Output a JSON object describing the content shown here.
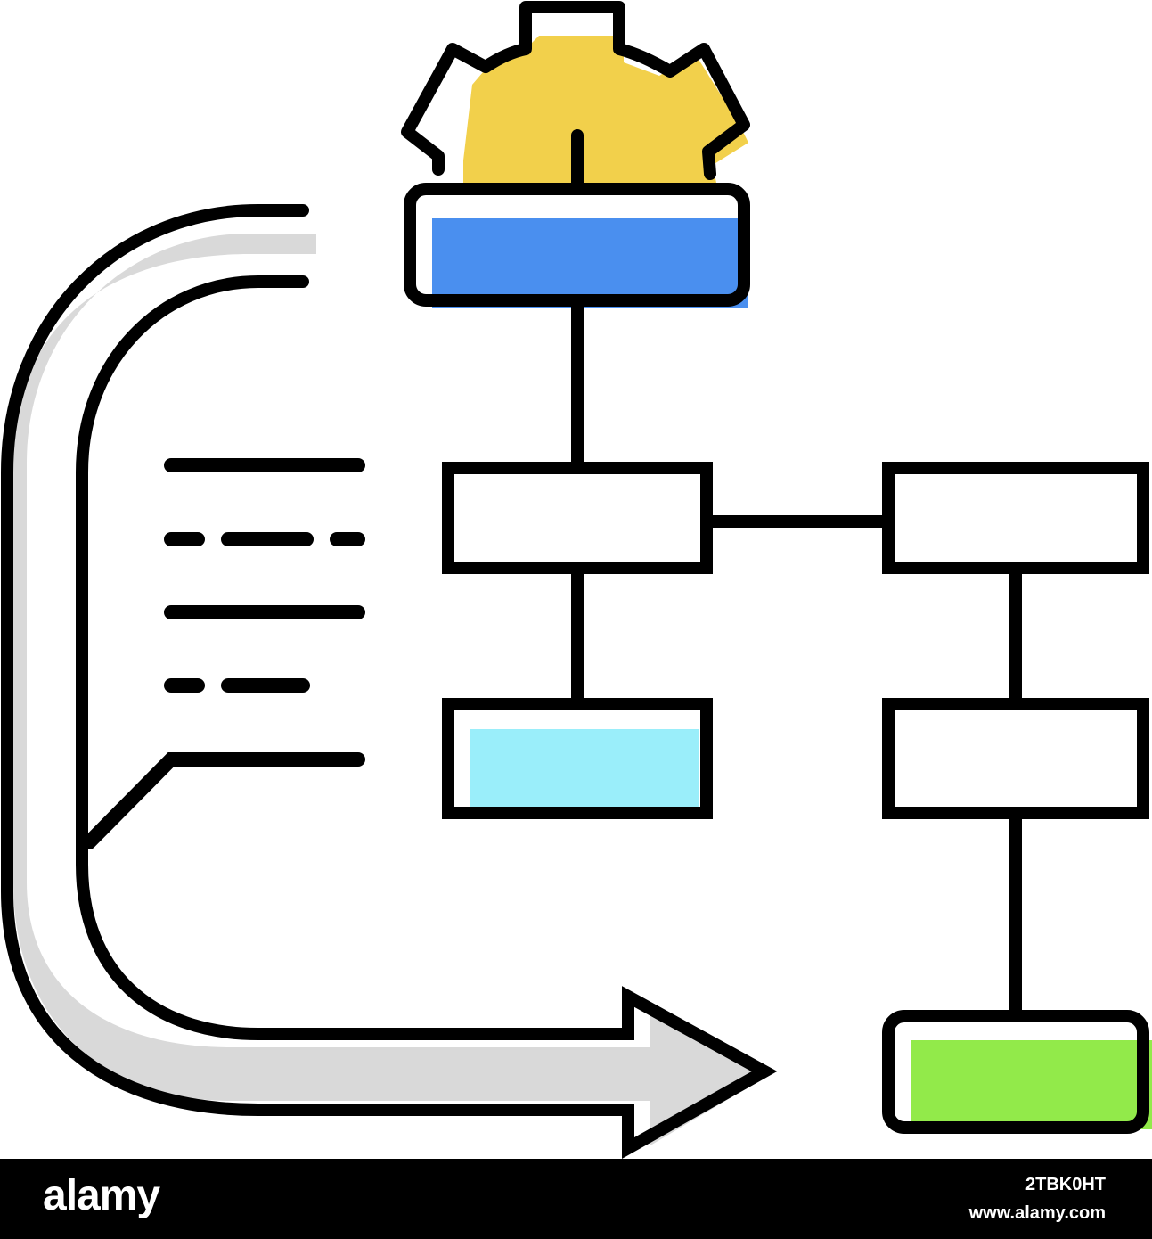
{
  "colors": {
    "stroke": "#000000",
    "gear": "#F2D04B",
    "top_box": "#4A8FEF",
    "left_bottom_box": "#9AEEFA",
    "end_box": "#92EA4A",
    "arrow_shadow": "#D9D9D9",
    "footer_bg": "#000000",
    "footer_text": "#FFFFFF"
  },
  "icons": {
    "gear": "gear-icon",
    "arrow": "curved-arrow-icon",
    "text_lines": "text-lines-icon"
  },
  "watermark": {
    "brand": "alamy",
    "image_id": "2TBK0HT",
    "url": "www.alamy.com"
  }
}
